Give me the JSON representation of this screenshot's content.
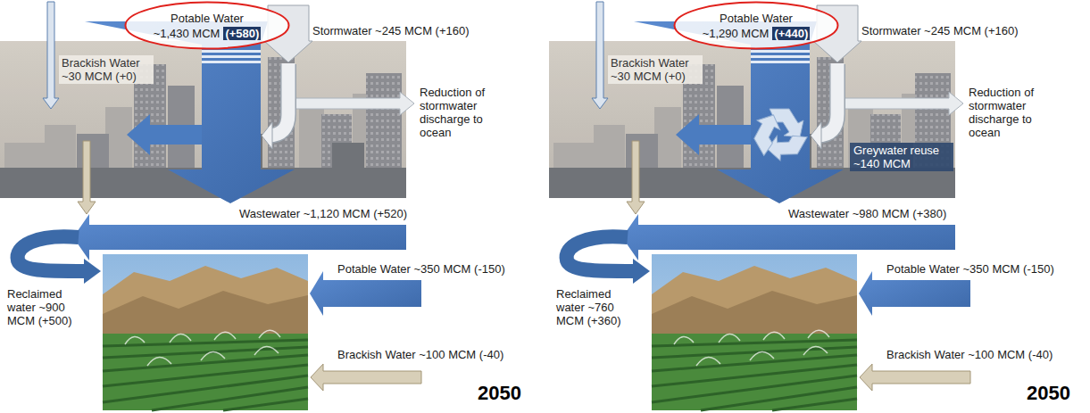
{
  "diagram": {
    "nodes": [
      {
        "text": [
          "Potable Water",
          "~1,430 MCM",
          "(+580)"
        ]
      },
      {
        "text": [
          "Potable Water",
          "~1,290 MCM",
          "(+440)"
        ]
      }
    ],
    "labels": [
      "Stormwater ~245 MCM (+160)",
      "Brackish Water ~30 MCM (+0)",
      "Reduction of stormwater discharge to ocean",
      "Wastewater ~1,120 MCM (+520)",
      "Potable Water ~350 MCM (-150)",
      "Reclaimed water ~900 MCM (+500)",
      "Brackish Water ~100 MCM (-40)",
      "2050",
      "Stormwater ~245 MCM (+160)",
      "Brackish Water ~30 MCM (+0)",
      "Reduction of stormwater discharge to ocean",
      "Greywater reuse ~140 MCM",
      "Wastewater ~980 MCM (+380)",
      "Potable Water ~350 MCM (-150)",
      "Reclaimed water ~760 MCM (+360)",
      "Brackish Water ~100 MCM (-40)",
      "2050"
    ]
  }
}
